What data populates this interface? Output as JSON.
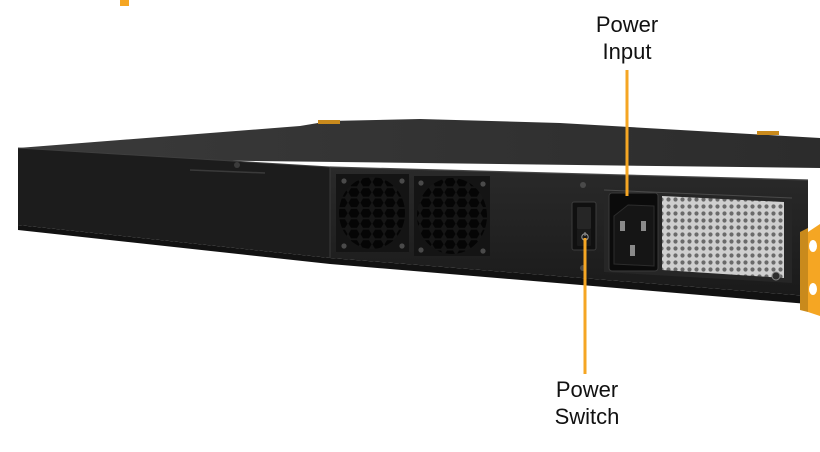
{
  "callouts": {
    "power_input": {
      "line1": "Power",
      "line2": "Input"
    },
    "power_switch": {
      "line1": "Power",
      "line2": "Switch"
    }
  },
  "colors": {
    "accent": "#F5A623",
    "chassis_top": "#2f2f2f",
    "chassis_side": "#1c1c1c",
    "chassis_rear": "#222222",
    "background": "#ffffff"
  },
  "icons": [
    "fan-grille-icon",
    "iec-power-socket-icon",
    "rocker-switch-icon",
    "power-symbol-icon",
    "screw-icon",
    "vent-grille-icon",
    "rack-ear-icon"
  ]
}
